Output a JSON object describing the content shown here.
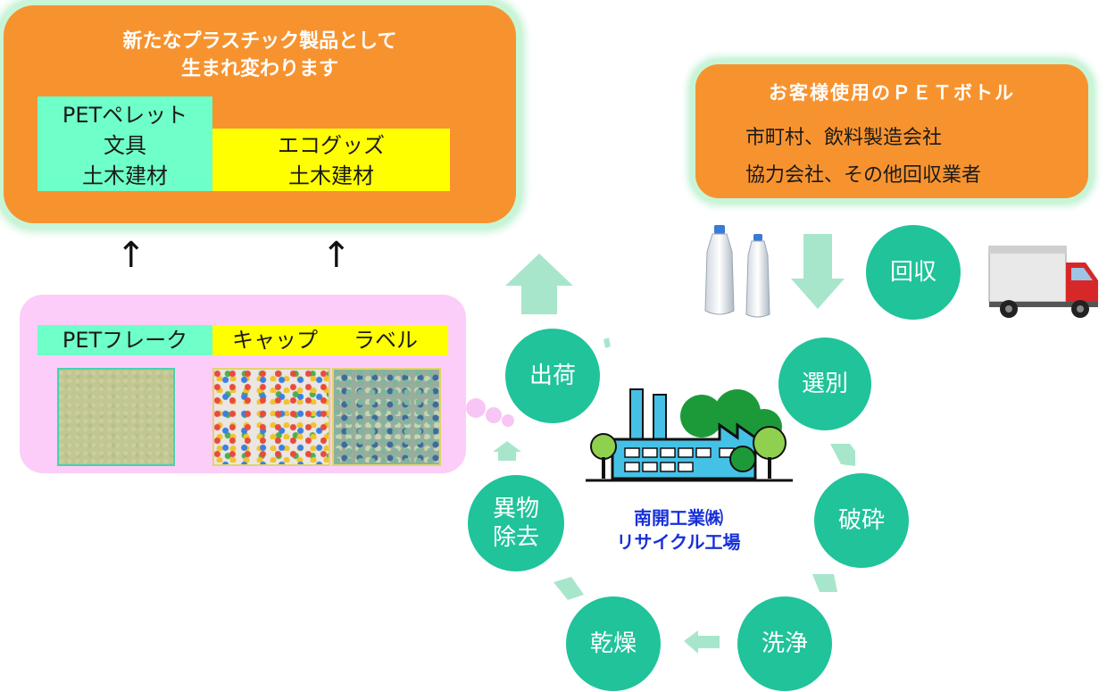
{
  "products": {
    "title_line1": "新たなプラスチック製品として",
    "title_line2": "生まれ変わります",
    "pellet": [
      "PETペレット",
      "文具",
      "土木建材"
    ],
    "eco": [
      "エコグッズ",
      "土木建材"
    ],
    "colors": {
      "box": "#f7932f",
      "pellet_bg": "#6fffc8",
      "eco_bg": "#ffff00"
    }
  },
  "source": {
    "title": "お客様使用のＰＥＴボトル",
    "line1": "市町村、飲料製造会社",
    "line2": "協力会社、その他回収業者"
  },
  "arrows": {
    "up": "↑"
  },
  "materials": {
    "flake_label": "PETフレーク",
    "cap_label": "キャップ",
    "label_label": "ラベル",
    "colors": {
      "box": "#fccdf9",
      "flake_bg": "#6fffc8",
      "cap_bg": "#ffff00"
    }
  },
  "steps": {
    "collect": "回収",
    "sort": "選別",
    "crush": "破砕",
    "wash": "洗浄",
    "dry": "乾燥",
    "remove_line1": "異物",
    "remove_line2": "除去",
    "ship": "出荷"
  },
  "factory": {
    "line1": "南開工業㈱",
    "line2": "リサイクル工場"
  },
  "icons": [
    "pet-bottle-icon",
    "truck-icon",
    "factory-icon",
    "arrow-up-icon",
    "arrow-down-icon"
  ],
  "colors": {
    "circle": "#20c39a",
    "flow_arrow": "#a8e6cc",
    "caption": "#1830d8"
  }
}
